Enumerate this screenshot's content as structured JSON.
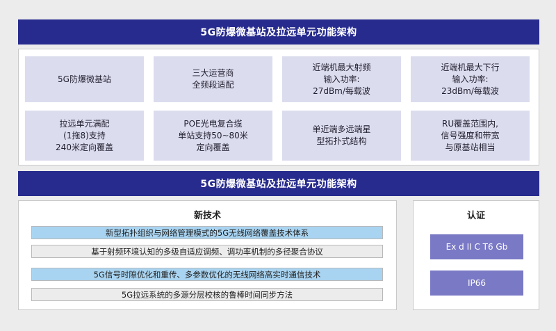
{
  "banners": {
    "top": "5G防爆微基站及拉远单元功能架构",
    "middle": "5G防爆微基站及拉远单元功能架构"
  },
  "features": [
    "5G防爆微基站",
    "三大运营商\n全频段适配",
    "近端机最大射频\n输入功率:\n27dBm/每载波",
    "近端机最大下行\n输入功率:\n23dBm/每载波",
    "拉远单元满配\n(1拖8)支持\n240米定向覆盖",
    "POE光电复合缆\n单站支持50~80米\n定向覆盖",
    "单近端多远端星\n型拓扑式结构",
    "RU覆盖范围内,\n信号强度和带宽\n与原基站相当"
  ],
  "new_tech": {
    "title": "新技术",
    "items": [
      "新型拓扑组织与网络管理模式的5G无线网络覆盖技术体系",
      "基于射频环境认知的多级自适应调频、调功率机制的多径聚合协议",
      "5G信号时隙优化和重传、多参数优化的无线网络高实时通信技术",
      "5G拉远系统的多源分层校核的鲁棒时间同步方法"
    ]
  },
  "certification": {
    "title": "认证",
    "items": [
      "Ex d II C T6 Gb",
      "IP66"
    ]
  },
  "colors": {
    "banner": "#272b8e",
    "feature_cell": "#dcdcef",
    "tech_highlight": "#a9d4f1",
    "tech_plain": "#ececec",
    "cert_box": "#7a79c6"
  }
}
